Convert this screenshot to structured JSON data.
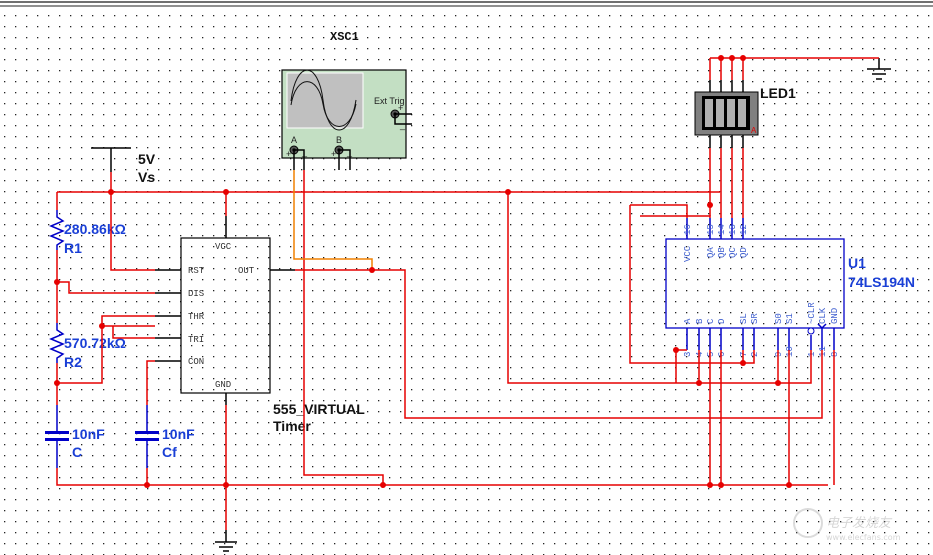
{
  "schematic": {
    "oscilloscope": {
      "ref": "XSC1",
      "channel_a": "A",
      "channel_b": "B",
      "ext_trig": "Ext Trig",
      "plus": "+",
      "minus": "_"
    },
    "led": {
      "ref": "LED1",
      "mark": "A"
    },
    "supply": {
      "value": "5V",
      "ref": "Vs"
    },
    "r1": {
      "value": "280.86kΩ",
      "ref": "R1"
    },
    "r2": {
      "value": "570.72kΩ",
      "ref": "R2"
    },
    "c": {
      "value": "10nF",
      "ref": "C"
    },
    "cf": {
      "value": "10nF",
      "ref": "Cf"
    },
    "timer": {
      "model": "555_VIRTUAL",
      "type": "Timer",
      "pins": {
        "vcc": "VCC",
        "rst": "RST",
        "out": "OUT",
        "dis": "DIS",
        "thr": "THR",
        "tri": "TRI",
        "con": "CON",
        "gnd": "GND"
      }
    },
    "shift_register": {
      "ref": "U1",
      "model": "74LS194N",
      "top_pins": [
        {
          "name": "VCC",
          "num": "16"
        },
        {
          "name": "QA",
          "num": "15"
        },
        {
          "name": "QB",
          "num": "14"
        },
        {
          "name": "QC",
          "num": "13"
        },
        {
          "name": "QD",
          "num": "12"
        }
      ],
      "bottom_pins": [
        {
          "name": "A",
          "num": "3"
        },
        {
          "name": "B",
          "num": "4"
        },
        {
          "name": "C",
          "num": "5"
        },
        {
          "name": "D",
          "num": "6"
        },
        {
          "name": "SL",
          "num": "7"
        },
        {
          "name": "SR",
          "num": "2"
        },
        {
          "name": "S0",
          "num": "9"
        },
        {
          "name": "S1",
          "num": "10"
        },
        {
          "name": "~CLR",
          "num": "1"
        },
        {
          "name": "CLK",
          "num": "11"
        },
        {
          "name": "GND",
          "num": "8"
        }
      ]
    },
    "watermark": {
      "title": "电子发烧友",
      "url": "www.elecfans.com"
    }
  }
}
